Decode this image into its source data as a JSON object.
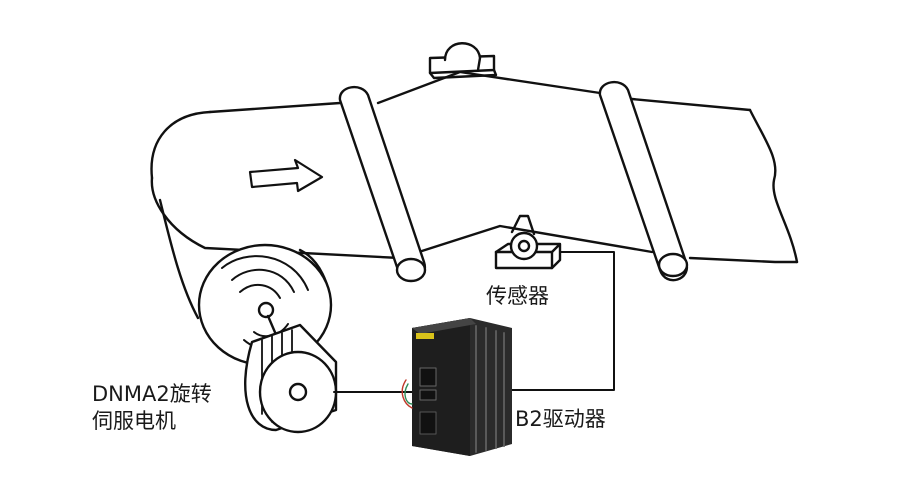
{
  "labels": {
    "sensor": "传感器",
    "driver": "B2驱动器",
    "motor_line1": "DNMA2旋转",
    "motor_line2": "伺服电机"
  },
  "colors": {
    "line": "#111111",
    "background": "#ffffff",
    "driver_body": "#2b2b2b",
    "driver_accent": "#d9c21a"
  }
}
